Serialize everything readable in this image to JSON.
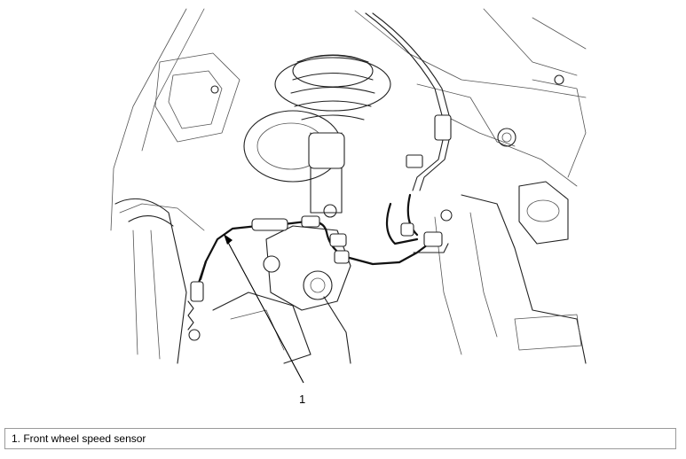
{
  "figure": {
    "callouts": [
      {
        "number": "1",
        "label": "Front wheel speed sensor"
      }
    ]
  },
  "legend": {
    "text": "1. Front wheel speed sensor"
  }
}
